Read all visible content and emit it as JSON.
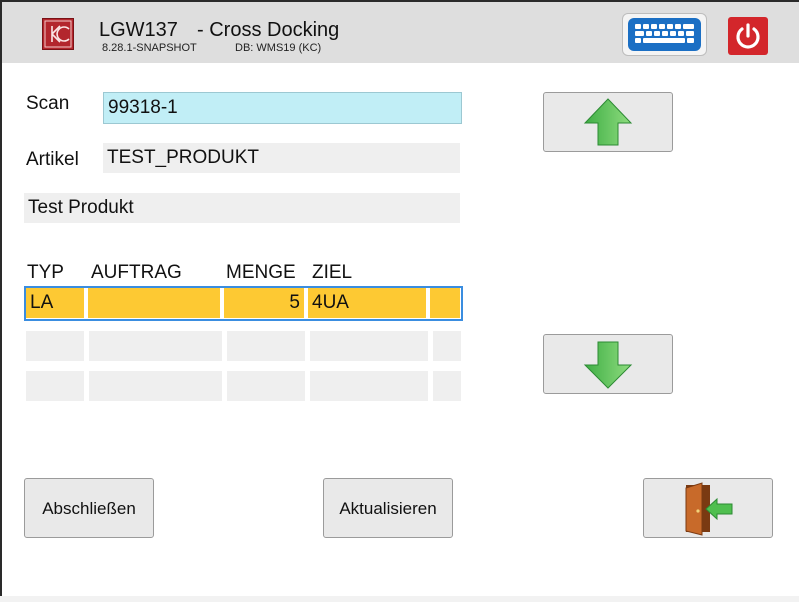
{
  "header": {
    "code": "LGW137",
    "title": "- Cross Docking",
    "version": "8.28.1-SNAPSHOT",
    "db": "DB: WMS19 (KC)",
    "logo_text": "KC",
    "colors": {
      "bar": "#dedede",
      "keyboard": "#1b6fc4",
      "power": "#d3262b"
    }
  },
  "form": {
    "scan_label": "Scan",
    "scan_value": "99318-1",
    "artikel_label": "Artikel",
    "artikel_value": "TEST_PRODUKT",
    "description": "Test Produkt"
  },
  "table": {
    "headers": [
      "TYP",
      "AUFTRAG",
      "MENGE",
      "ZIEL"
    ],
    "rows": [
      {
        "typ": "LA",
        "auftrag": "",
        "menge": "5",
        "ziel": "4UA",
        "extra": ""
      }
    ],
    "colors": {
      "selected": "#fdc933",
      "selected_border": "#3a8de0",
      "empty": "#efefef"
    }
  },
  "buttons": {
    "up": "arrow-up-icon",
    "down": "arrow-down-icon",
    "close": "Abschließen",
    "refresh": "Aktualisieren",
    "exit": "exit-door-icon"
  }
}
